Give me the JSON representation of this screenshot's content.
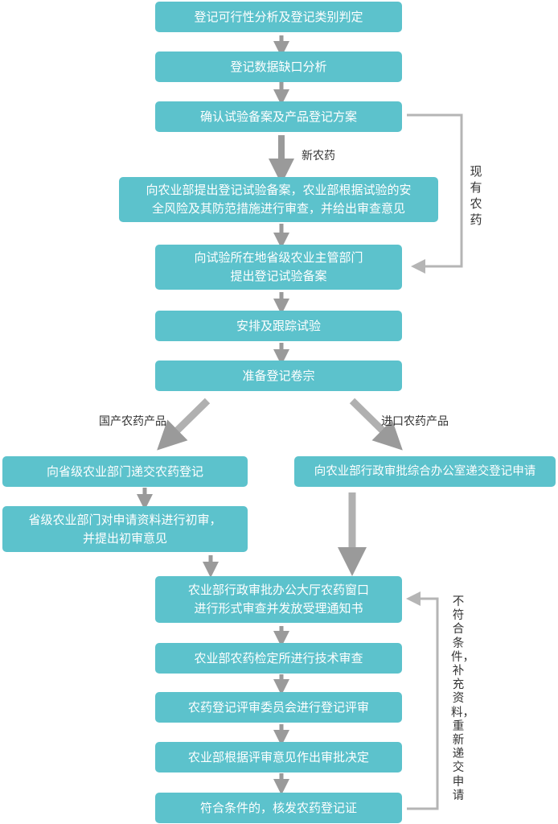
{
  "steps": {
    "s1": "登记可行性分析及登记类别判定",
    "s2": "登记数据缺口分析",
    "s3": "确认试验备案及产品登记方案",
    "s4_l1": "向农业部提出登记试验备案，农业部根据试验的安",
    "s4_l2": "全风险及其防范措施进行审查，并给出审查意见",
    "s5_l1": "向试验所在地省级农业主管部门",
    "s5_l2": "提出登记试验备案",
    "s6": "安排及跟踪试验",
    "s7": "准备登记卷宗",
    "d1": "向省级农业部门递交农药登记",
    "d2_l1": "省级农业部门对申请资料进行初审，",
    "d2_l2": "并提出初审意见",
    "i1": "向农业部行政审批综合办公室递交登记申请",
    "c1_l1": "农业部行政审批办公大厅农药窗口",
    "c1_l2": "进行形式审查并发放受理通知书",
    "c2": "农业部农药检定所进行技术审查",
    "c3": "农药登记评审委员会进行登记评审",
    "c4": "农业部根据评审意见作出审批决定",
    "c5": "符合条件的，核发农药登记证"
  },
  "labels": {
    "new_pesticide": "新农药",
    "existing_pesticide": "现有农药",
    "domestic": "国产农药产品",
    "imported": "进口农药产品",
    "loop_back": "不符合条件，补充资料，重新递交申请"
  },
  "colors": {
    "box": "#5cc2cc",
    "arrow": "#9a9a9a",
    "big_arrow": "#b0b0b0",
    "loop": "#b5b5b5"
  }
}
